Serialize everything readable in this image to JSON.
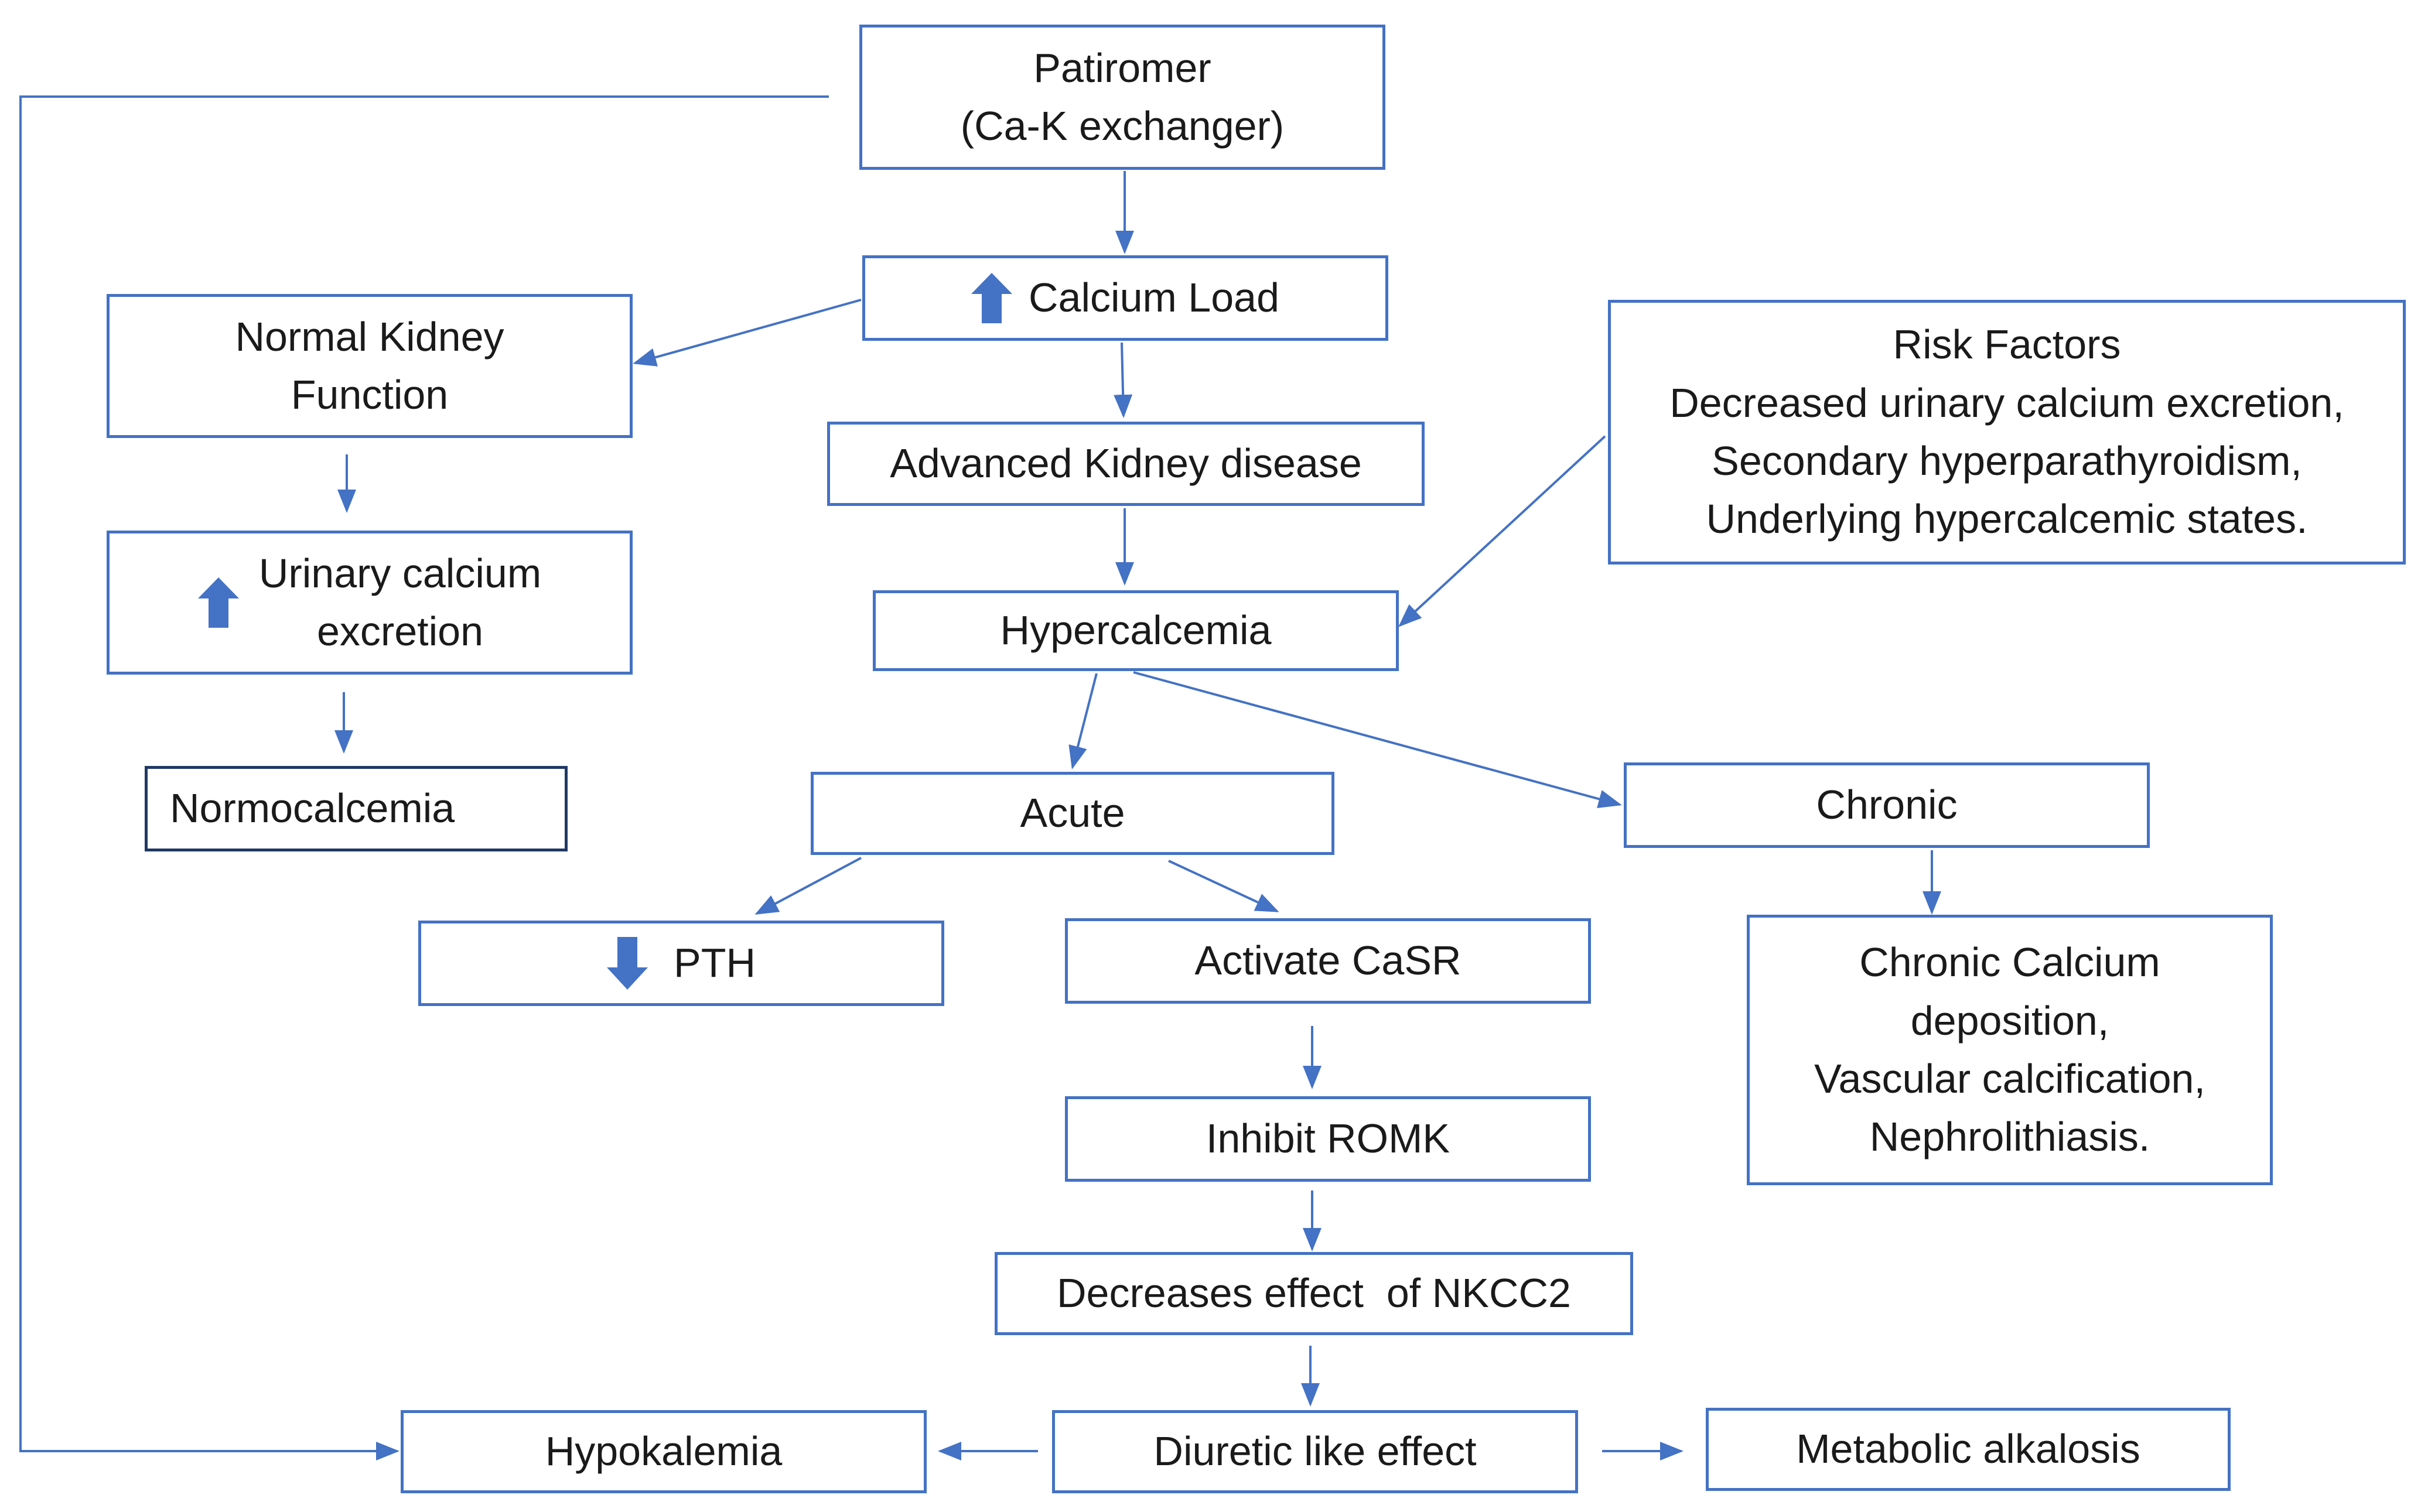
{
  "colors": {
    "line": "#4472C4",
    "border": "#4472C4",
    "border_dark": "#203864",
    "arrow_icon": "#4472C4",
    "text": "#1a1a1a"
  },
  "nodes": {
    "patiromer": {
      "lines": [
        "Patiromer",
        "(Ca-K exchanger)"
      ]
    },
    "calcium_load": {
      "icon": "arrow-up-icon",
      "text": "Calcium Load"
    },
    "normal_kidney": {
      "lines": [
        "Normal Kidney",
        "Function"
      ]
    },
    "advanced_kidney": {
      "text": "Advanced Kidney disease"
    },
    "risk_factors": {
      "lines": [
        "Risk Factors",
        "Decreased urinary calcium excretion,",
        "Secondary hyperparathyroidism,",
        "Underlying hypercalcemic states."
      ]
    },
    "urinary_calcium": {
      "icon": "arrow-up-icon",
      "lines": [
        "Urinary calcium",
        "excretion"
      ]
    },
    "hypercalcemia": {
      "text": "Hypercalcemia"
    },
    "normocalcemia": {
      "text": "Normocalcemia"
    },
    "acute": {
      "text": "Acute"
    },
    "chronic": {
      "text": "Chronic"
    },
    "pth": {
      "icon": "arrow-down-icon",
      "text": "PTH"
    },
    "activate_casr": {
      "text": "Activate CaSR"
    },
    "chronic_deposition": {
      "lines": [
        "Chronic Calcium",
        "deposition,",
        "Vascular calcification,",
        "Nephrolithiasis."
      ]
    },
    "inhibit_romk": {
      "text": "Inhibit ROMK"
    },
    "decreases_nkcc2": {
      "text": "Decreases effect  of NKCC2"
    },
    "hypokalemia": {
      "text": "Hypokalemia"
    },
    "diuretic": {
      "text": "Diuretic like effect"
    },
    "metabolic_alkalosis": {
      "text": "Metabolic alkalosis"
    }
  }
}
